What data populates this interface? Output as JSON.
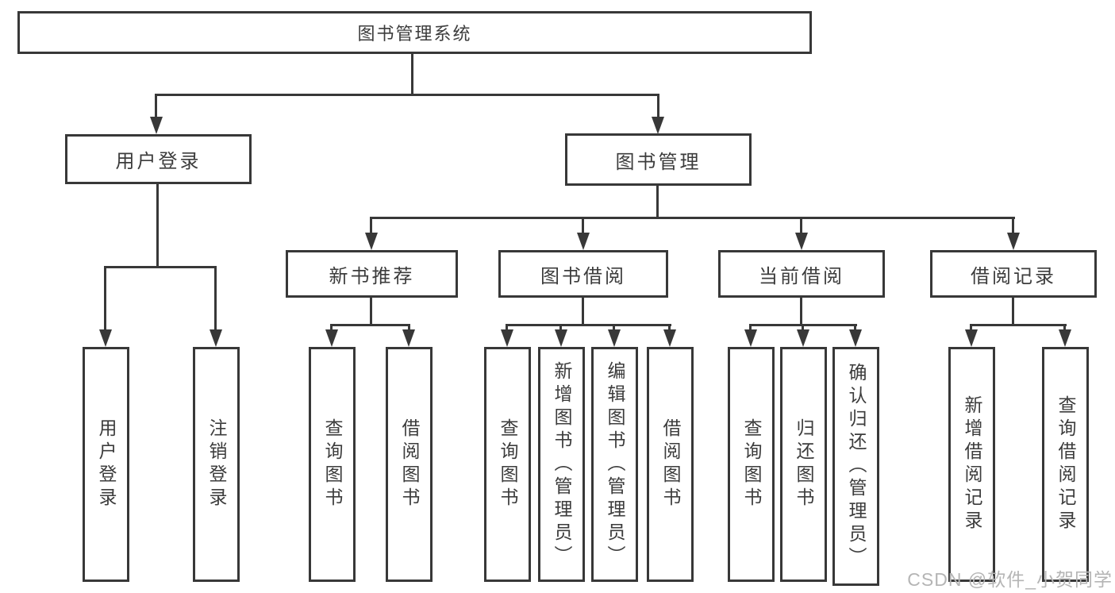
{
  "tree": {
    "root": {
      "label": "图书管理系统"
    },
    "login": {
      "label": "用户登录",
      "children": [
        {
          "label": "用户登录"
        },
        {
          "label": "注销登录"
        }
      ]
    },
    "management": {
      "label": "图书管理",
      "modules": [
        {
          "label": "新书推荐",
          "children": [
            {
              "label": "查询图书"
            },
            {
              "label": "借阅图书"
            }
          ]
        },
        {
          "label": "图书借阅",
          "children": [
            {
              "label": "查询图书"
            },
            {
              "label": "新增图书（管理员）"
            },
            {
              "label": "编辑图书（管理员）"
            },
            {
              "label": "借阅图书"
            }
          ]
        },
        {
          "label": "当前借阅",
          "children": [
            {
              "label": "查询图书"
            },
            {
              "label": "归还图书"
            },
            {
              "label": "确认归还（管理员）"
            }
          ]
        },
        {
          "label": "借阅记录",
          "children": [
            {
              "label": "新增借阅记录"
            },
            {
              "label": "查询借阅记录"
            }
          ]
        }
      ]
    }
  },
  "watermark": "CSDN @软件_小贺同学",
  "colors": {
    "line": "#383838",
    "text": "#3c3c3c",
    "watermark": "#b5b5b5",
    "background": "#ffffff"
  }
}
